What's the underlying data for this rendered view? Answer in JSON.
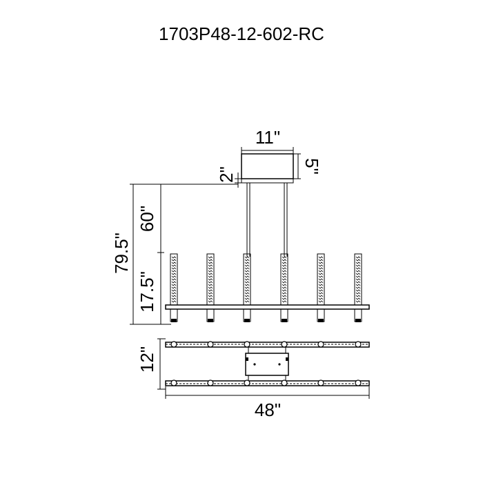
{
  "title": "1703P48-12-602-RC",
  "dimensions": {
    "canopy_width": "11\"",
    "canopy_height": "5\"",
    "canopy_gap": "2\"",
    "adjustable_length": "60\"",
    "overall_height": "79.5\"",
    "fixture_height": "17.5\"",
    "depth": "12\"",
    "fixture_width": "48\""
  },
  "colors": {
    "line": "#000000",
    "background": "#ffffff"
  }
}
